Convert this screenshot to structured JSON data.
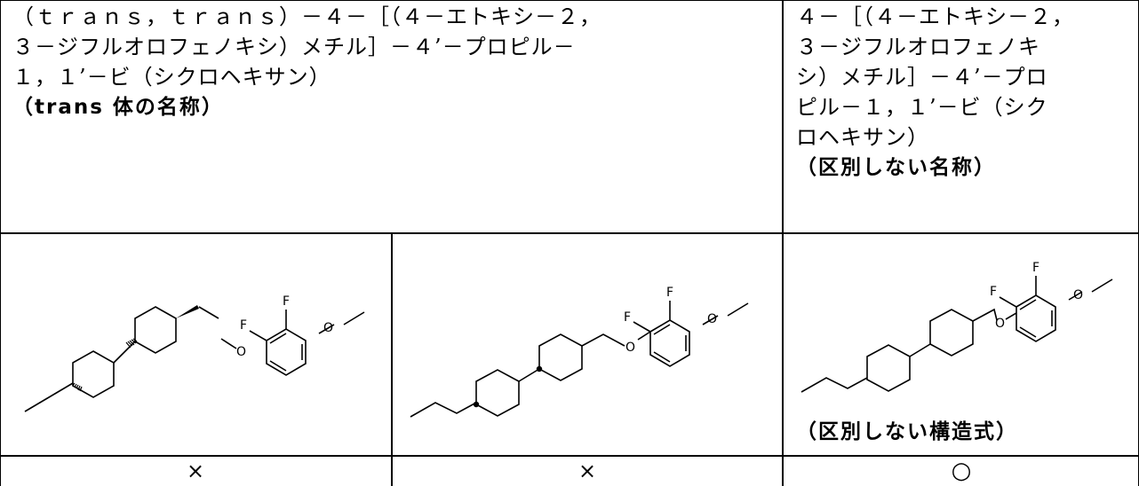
{
  "cells": {
    "trans_name": {
      "lines": [
        "（ｔｒａｎｓ，ｔｒａｎｓ）－４－［（４－エトキシ－２，",
        "３－ジフルオロフェノキシ）メチル］－４’－プロピル－",
        "１，１’－ビ（シクロヘキサン）"
      ],
      "note": "（trans 体の名称）"
    },
    "generic_name": {
      "lines": [
        "４－［（４－エトキシ－２，",
        "３－ジフルオロフェノキ",
        "シ）メチル］－４’－プロ",
        "ピル－１，１’－ビ（シク",
        "ロヘキサン）"
      ],
      "note": "（区別しない名称）"
    },
    "generic_structure_note": "（区別しない構造式）"
  },
  "atoms": {
    "fluorine": "F",
    "oxygen": "O"
  },
  "verdicts": [
    "×",
    "×",
    "○"
  ]
}
